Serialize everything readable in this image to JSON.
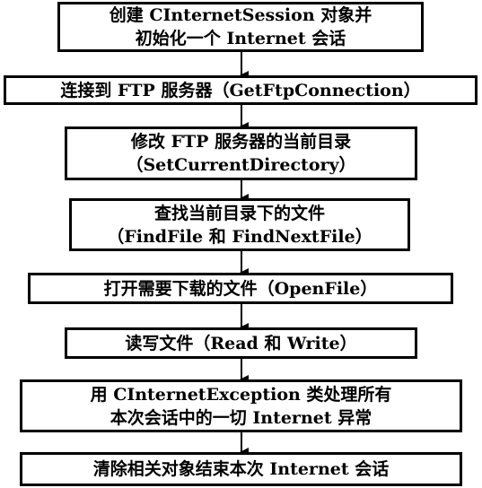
{
  "steps": [
    {
      "lines": [
        "创建 CInternetSession 对象并",
        "初始化一个 Internet 会话"
      ]
    },
    {
      "lines": [
        "连接到 FTP 服务器（GetFtpConnection）"
      ]
    },
    {
      "lines": [
        "修改 FTP 服务器的当前目录",
        "（SetCurrentDirectory）"
      ]
    },
    {
      "lines": [
        "查找当前目录下的文件",
        "（FindFile 和 FindNextFile）"
      ]
    },
    {
      "lines": [
        "打开需要下载的文件（OpenFile）"
      ]
    },
    {
      "lines": [
        "读写文件（Read 和 Write）"
      ]
    },
    {
      "lines": [
        "用 CInternetException 类处理所有",
        "本次会话中的一切 Internet 异常"
      ]
    },
    {
      "lines": [
        "清除相关对象结束本次 Internet 会话"
      ]
    }
  ]
}
